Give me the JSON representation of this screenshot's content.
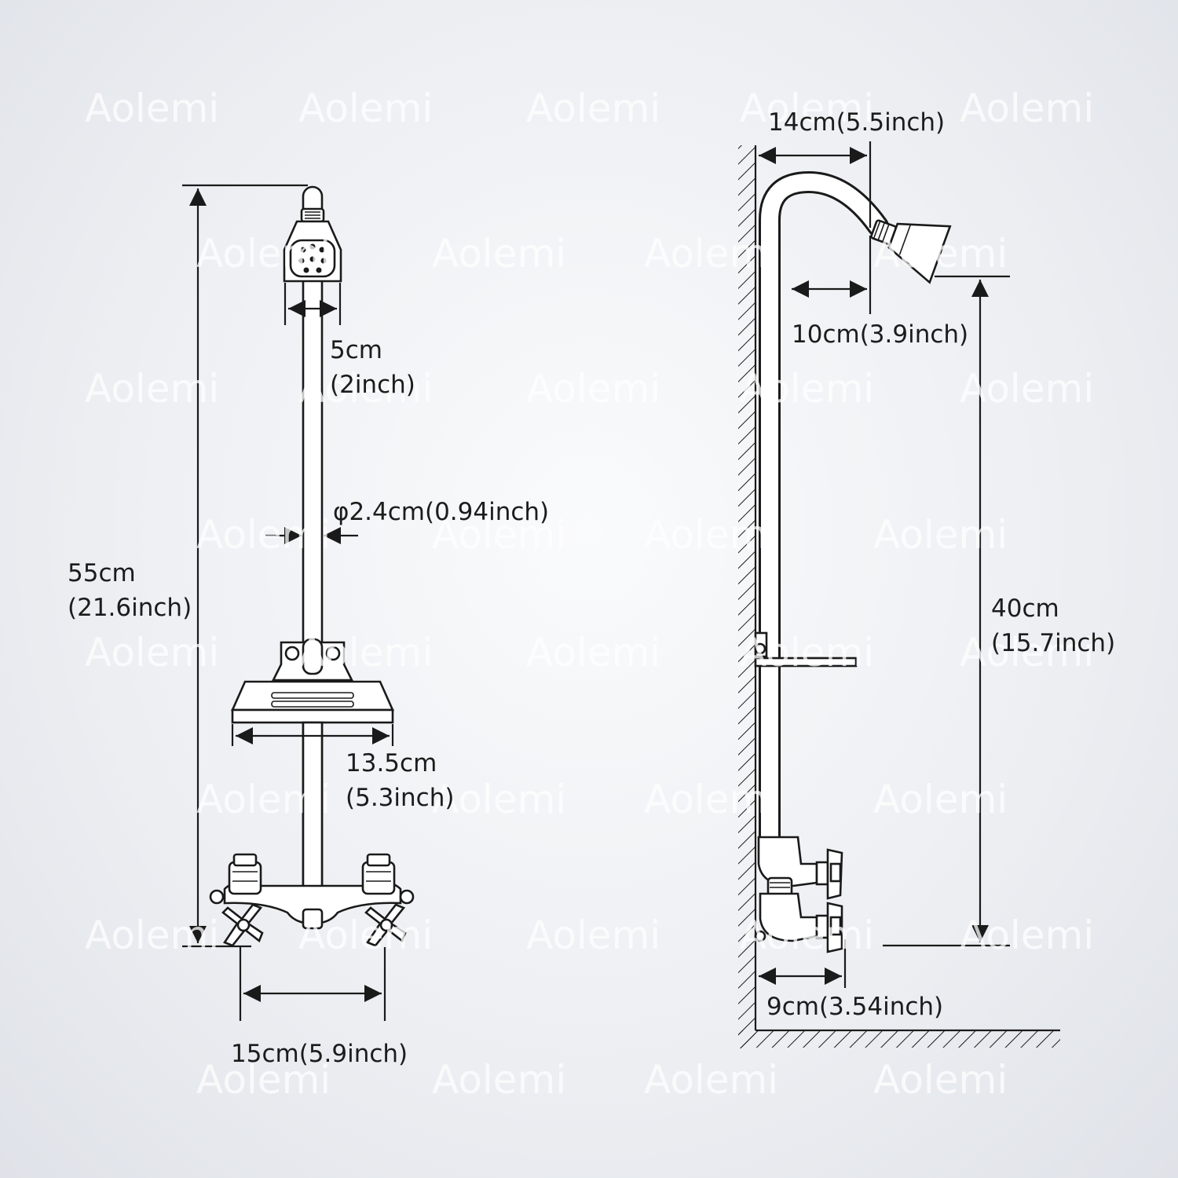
{
  "watermark": {
    "text": "Aolemi"
  },
  "front_view": {
    "height_cm": "55cm",
    "height_in": "(21.6inch)",
    "head_width_cm": "5cm",
    "head_width_in": "(2inch)",
    "pipe_diameter": "φ2.4cm(0.94inch)",
    "shelf_width_cm": "13.5cm",
    "shelf_width_in": "(5.3inch)",
    "inlet_spacing": "15cm(5.9inch)"
  },
  "side_view": {
    "top_reach": "14cm(5.5inch)",
    "arm_reach": "10cm(3.9inch)",
    "head_height_cm": "40cm",
    "head_height_in": "(15.7inch)",
    "valve_depth": "9cm(3.54inch)"
  },
  "colors": {
    "line": "#1a1a1a",
    "text": "#1c1c1c",
    "background": "#eceef2",
    "watermark": "#ffffff"
  }
}
